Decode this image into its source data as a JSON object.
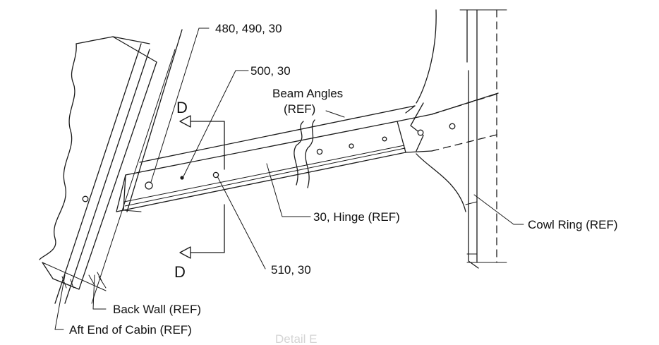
{
  "labels": {
    "part_480_490": "480, 490, 30",
    "part_500": "500, 30",
    "beam_angles_line1": "Beam Angles",
    "beam_angles_line2": "(REF)",
    "hinge": "30, Hinge (REF)",
    "cowl_ring": "Cowl Ring (REF)",
    "part_510": "510, 30",
    "back_wall": "Back Wall (REF)",
    "aft_end_cabin": "Aft End of Cabin (REF)",
    "section_letter_top": "D",
    "section_letter_bottom": "D",
    "partial_caption": "Detail E"
  },
  "colors": {
    "ink": "#1a1a1a",
    "faint_caption": "#d4d4d4"
  }
}
